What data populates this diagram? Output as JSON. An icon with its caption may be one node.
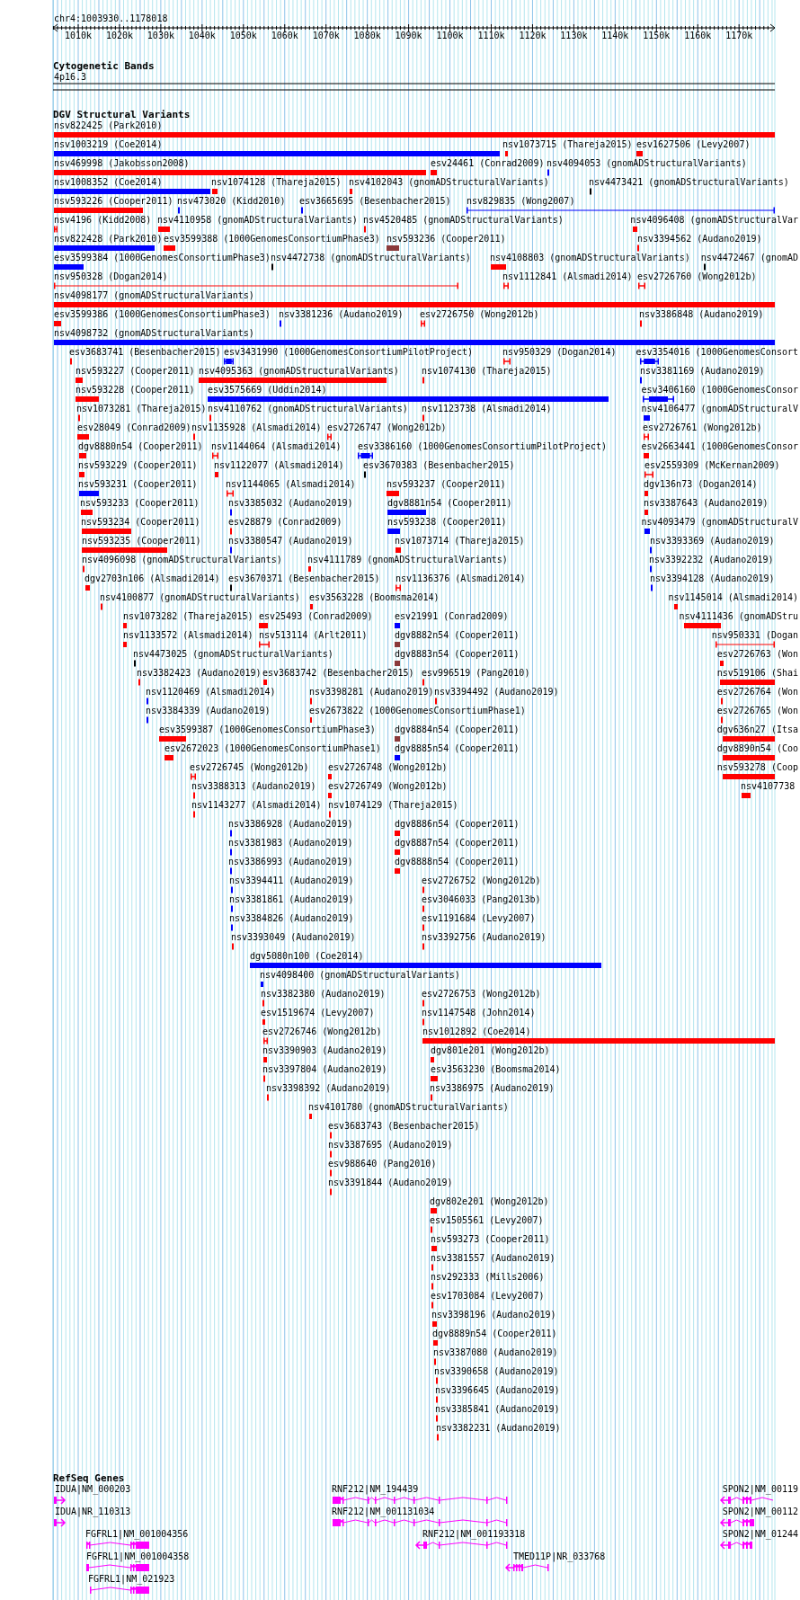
{
  "diagram": {
    "labels": [
      "chr4:1003930..1178018",
      "1010k",
      "1020k",
      "1030k",
      "1040k",
      "1050k",
      "1060k",
      "1070k",
      "1080k",
      "1090k",
      "1100k",
      "1110k",
      "1120k",
      "1130k",
      "1140k",
      "1150k",
      "1160k",
      "1170k",
      "Cytogenetic Bands",
      "4p16.3",
      "DGV Structural Variants",
      "nsv822425 (Park2010)",
      "nsv1003219 (Coe2014)",
      "nsv1073715 (Thareja2015)",
      "esv1627506 (Levy2007)",
      "nsv469998 (Jakobsson2008)",
      "esv24461 (Conrad2009)",
      "nsv4094053 (gnomADStructuralVariants)",
      "nsv1008352 (Coe2014)",
      "nsv1074128 (Thareja2015)",
      "nsv4102043 (gnomADStructuralVariants)",
      "nsv4473421 (gnomADStructuralVariants)",
      "nsv593226 (Cooper2011)",
      "nsv473020 (Kidd2010)",
      "esv3665695 (Besenbacher2015)",
      "nsv829835 (Wong2007)",
      "nsv4196 (Kidd2008)",
      "nsv4110958 (gnomADStructuralVariants)",
      "nsv4520485 (gnomADStructuralVariants)",
      "nsv4096408 (gnomADStructuralVar",
      "nsv822428 (Park2010)",
      "esv3599388 (1000GenomesConsortiumPhase3)",
      "nsv593236 (Cooper2011)",
      "nsv3394562 (Audano2019)",
      "esv3599384 (1000GenomesConsortiumPhase3)",
      "nsv4472738 (gnomADStructuralVariants)",
      "nsv4108803 (gnomADStructuralVariants)",
      "nsv4472467 (gnomAD",
      "nsv950328 (Dogan2014)",
      "nsv1112841 (Alsmadi2014)",
      "esv2726760 (Wong2012b)",
      "nsv4098177 (gnomADStructuralVariants)",
      "esv3599386 (1000GenomesConsortiumPhase3)",
      "nsv3381236 (Audano2019)",
      "esv2726750 (Wong2012b)",
      "nsv3386848 (Audano2019)",
      "nsv4098732 (gnomADStructuralVariants)",
      "esv3683741 (Besenbacher2015)",
      "esv3431990 (1000GenomesConsortiumPilotProject)",
      "nsv950329 (Dogan2014)",
      "esv3354016 (1000GenomesConsort",
      "nsv593227 (Cooper2011)",
      "nsv4095363 (gnomADStructuralVariants)",
      "nsv1074130 (Thareja2015)",
      "nsv3381169 (Audano2019)",
      "nsv593228 (Cooper2011)",
      "esv3575669 (Uddin2014)",
      "esv3406160 (1000GenomesConsor",
      "nsv1073281 (Thareja2015)",
      "nsv4110762 (gnomADStructuralVariants)",
      "nsv1123738 (Alsmadi2014)",
      "nsv4106477 (gnomADStructuralV",
      "esv28049 (Conrad2009)",
      "nsv1135928 (Alsmadi2014)",
      "esv2726747 (Wong2012b)",
      "esv2726761 (Wong2012b)",
      "dgv8880n54 (Cooper2011)",
      "nsv1144064 (Alsmadi2014)",
      "esv3386160 (1000GenomesConsortiumPilotProject)",
      "esv2663441 (1000GenomesConsor",
      "nsv593229 (Cooper2011)",
      "nsv1122077 (Alsmadi2014)",
      "esv3670383 (Besenbacher2015)",
      "esv2559309 (McKernan2009)",
      "nsv593231 (Cooper2011)",
      "nsv1144065 (Alsmadi2014)",
      "nsv593237 (Cooper2011)",
      "dgv136n73 (Dogan2014)",
      "nsv593233 (Cooper2011)",
      "nsv3385032 (Audano2019)",
      "dgv8881n54 (Cooper2011)",
      "nsv3387643 (Audano2019)",
      "nsv593234 (Cooper2011)",
      "esv28879 (Conrad2009)",
      "nsv593238 (Cooper2011)",
      "nsv4093479 (gnomADStructuralV",
      "nsv593235 (Cooper2011)",
      "nsv3380547 (Audano2019)",
      "nsv1073714 (Thareja2015)",
      "nsv3393369 (Audano2019)",
      "nsv4096098 (gnomADStructuralVariants)",
      "nsv4111789 (gnomADStructuralVariants)",
      "nsv3392232 (Audano2019)",
      "dgv2703n106 (Alsmadi2014)",
      "esv3670371 (Besenbacher2015)",
      "nsv1136376 (Alsmadi2014)",
      "nsv3394128 (Audano2019)",
      "nsv4100877 (gnomADStructuralVariants)",
      "esv3563228 (Boomsma2014)",
      "nsv1145014 (Alsmadi2014)",
      "nsv1073282 (Thareja2015)",
      "esv25493 (Conrad2009)",
      "esv21991 (Conrad2009)",
      "nsv4111436 (gnomADStru",
      "nsv1133572 (Alsmadi2014)",
      "nsv513114 (Arlt2011)",
      "dgv8882n54 (Cooper2011)",
      "nsv950331 (Dogan",
      "nsv4473025 (gnomADStructuralVariants)",
      "dgv8883n54 (Cooper2011)",
      "esv2726763 (Won",
      "nsv3382423 (Audano2019)",
      "esv3683742 (Besenbacher2015)",
      "esv996519 (Pang2010)",
      "nsv519106 (Shai",
      "nsv1120469 (Alsmadi2014)",
      "nsv3398281 (Audano2019)",
      "nsv3394492 (Audano2019)",
      "esv2726764 (Won",
      "nsv3384339 (Audano2019)",
      "esv2673822 (1000GenomesConsortiumPhase1)",
      "esv2726765 (Won",
      "esv3599387 (1000GenomesConsortiumPhase3)",
      "dgv8884n54 (Cooper2011)",
      "dgv636n27 (Itsa",
      "esv2672023 (1000GenomesConsortiumPhase1)",
      "dgv8885n54 (Cooper2011)",
      "dgv8890n54 (Coo",
      "esv2726745 (Wong2012b)",
      "esv2726748 (Wong2012b)",
      "nsv593278 (Coop",
      "nsv3388313 (Audano2019)",
      "esv2726749 (Wong2012b)",
      "nsv4107738",
      "nsv1143277 (Alsmadi2014)",
      "nsv1074129 (Thareja2015)",
      "nsv3386928 (Audano2019)",
      "dgv8886n54 (Cooper2011)",
      "nsv3381983 (Audano2019)",
      "dgv8887n54 (Cooper2011)",
      "nsv3386993 (Audano2019)",
      "dgv8888n54 (Cooper2011)",
      "nsv3394411 (Audano2019)",
      "esv2726752 (Wong2012b)",
      "nsv3381861 (Audano2019)",
      "esv3046033 (Pang2013b)",
      "nsv3384826 (Audano2019)",
      "esv1191684 (Levy2007)",
      "nsv3393049 (Audano2019)",
      "nsv3392756 (Audano2019)",
      "dgv5080n100 (Coe2014)",
      "nsv4098400 (gnomADStructuralVariants)",
      "nsv3382380 (Audano2019)",
      "esv2726753 (Wong2012b)",
      "esv1519674 (Levy2007)",
      "nsv1147548 (John2014)",
      "esv2726746 (Wong2012b)",
      "nsv1012892 (Coe2014)",
      "nsv3390903 (Audano2019)",
      "dgv801e201 (Wong2012b)",
      "nsv3397804 (Audano2019)",
      "esv3563230 (Boomsma2014)",
      "nsv3398392 (Audano2019)",
      "nsv3386975 (Audano2019)",
      "nsv4101780 (gnomADStructuralVariants)",
      "esv3683743 (Besenbacher2015)",
      "nsv3387695 (Audano2019)",
      "esv988640 (Pang2010)",
      "nsv3391844 (Audano2019)",
      "dgv802e201 (Wong2012b)",
      "esv1505561 (Levy2007)",
      "nsv593273 (Cooper2011)",
      "nsv3381557 (Audano2019)",
      "nsv292333 (Mills2006)",
      "esv1703084 (Levy2007)",
      "nsv3398196 (Audano2019)",
      "dgv8889n54 (Cooper2011)",
      "nsv3387080 (Audano2019)",
      "nsv3390658 (Audano2019)",
      "nsv3396645 (Audano2019)",
      "nsv3385841 (Audano2019)",
      "nsv3382231 (Audano2019)",
      "RefSeq Genes",
      "IDUA|NM_000203",
      "RNF212|NM_194439",
      "SPON2|NM_00119",
      "IDUA|NR_110313",
      "RNF212|NM_001131034",
      "SPON2|NM_00112",
      "FGFRL1|NM_001004356",
      "RNF212|NM_001193318",
      "SPON2|NM_01244",
      "FGFRL1|NM_001004358",
      "TMED11P|NR_033768",
      "FGFRL1|NM_021923"
    ]
  }
}
